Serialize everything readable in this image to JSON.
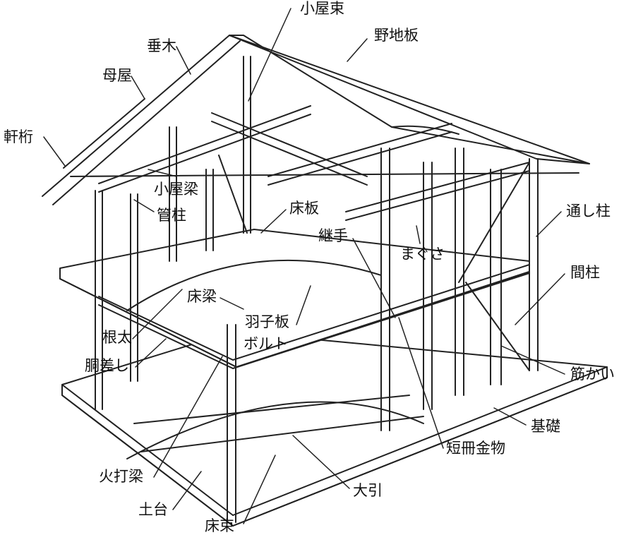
{
  "title": "木造住宅の軸組構造",
  "labels": {
    "koyazuka": "小屋束",
    "nojiita": "野地板",
    "taruki": "垂木",
    "moya": "母屋",
    "nokigeta": "軒桁",
    "koyabari": "小屋梁",
    "kudabashira": "管柱",
    "yuka_ita": "床板",
    "toshibashira": "通し柱",
    "tsugite": "継手",
    "magusa": "まぐさ",
    "mabashira": "間柱",
    "yukabari": "床梁",
    "hagoita": "羽子板",
    "bolt": "ボルト",
    "neda": "根太",
    "dousashi": "胴差し",
    "sujikai": "筋かい",
    "kiso": "基礎",
    "tanzaku": "短冊金物",
    "hiuchibari": "火打梁",
    "oobiki": "大引",
    "dodai": "土台",
    "yukazuka": "床束"
  }
}
